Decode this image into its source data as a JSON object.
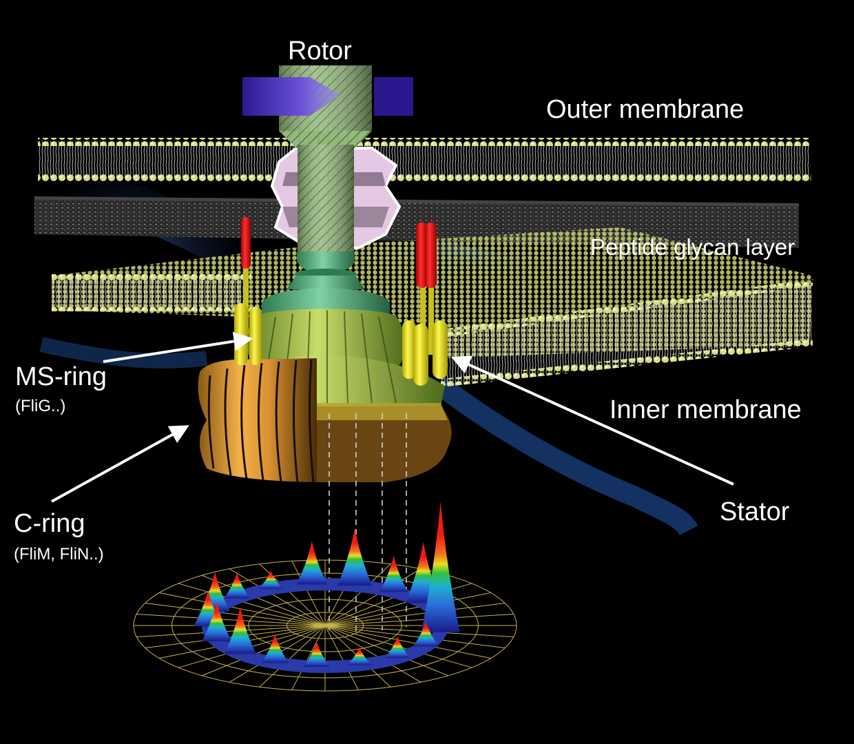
{
  "title": "Bacterial flagellar motor",
  "labels": {
    "rotor": "Rotor",
    "outer_membrane": "Outer membrane",
    "peptide_glycan": "Peptide glycan layer",
    "ms_ring": "MS-ring",
    "ms_ring_sub": "(FliG..)",
    "c_ring": "C-ring",
    "c_ring_sub": "(FliM, FliN..)",
    "inner_membrane": "Inner membrane",
    "stator": "Stator"
  },
  "colors": {
    "background": "#000000",
    "lipid_head": "#d8dd8a",
    "lipid_tail": "#d9d9d9",
    "peptidoglycan": "#3a3a3a",
    "rod": "#8fb87a",
    "rod_base": "#4fa877",
    "ms_ring": "#a9c35a",
    "c_ring": "#d9962e",
    "stator_rod": "#e8e020",
    "stator_cap": "#e0151a",
    "rotation_arrow": "#3a1fa8",
    "ion_flow": "#2a6cd6",
    "grid": "#c8b44a"
  },
  "peak_ring": {
    "description": "3D intensity profile of C-ring with peaks around circumference",
    "peaks": [
      0.55,
      0.35,
      0.25,
      0.6,
      0.8,
      0.5,
      0.85,
      0.7,
      1.0,
      0.35,
      0.3,
      0.25,
      0.35,
      0.4,
      0.65,
      0.55,
      0.5
    ]
  }
}
